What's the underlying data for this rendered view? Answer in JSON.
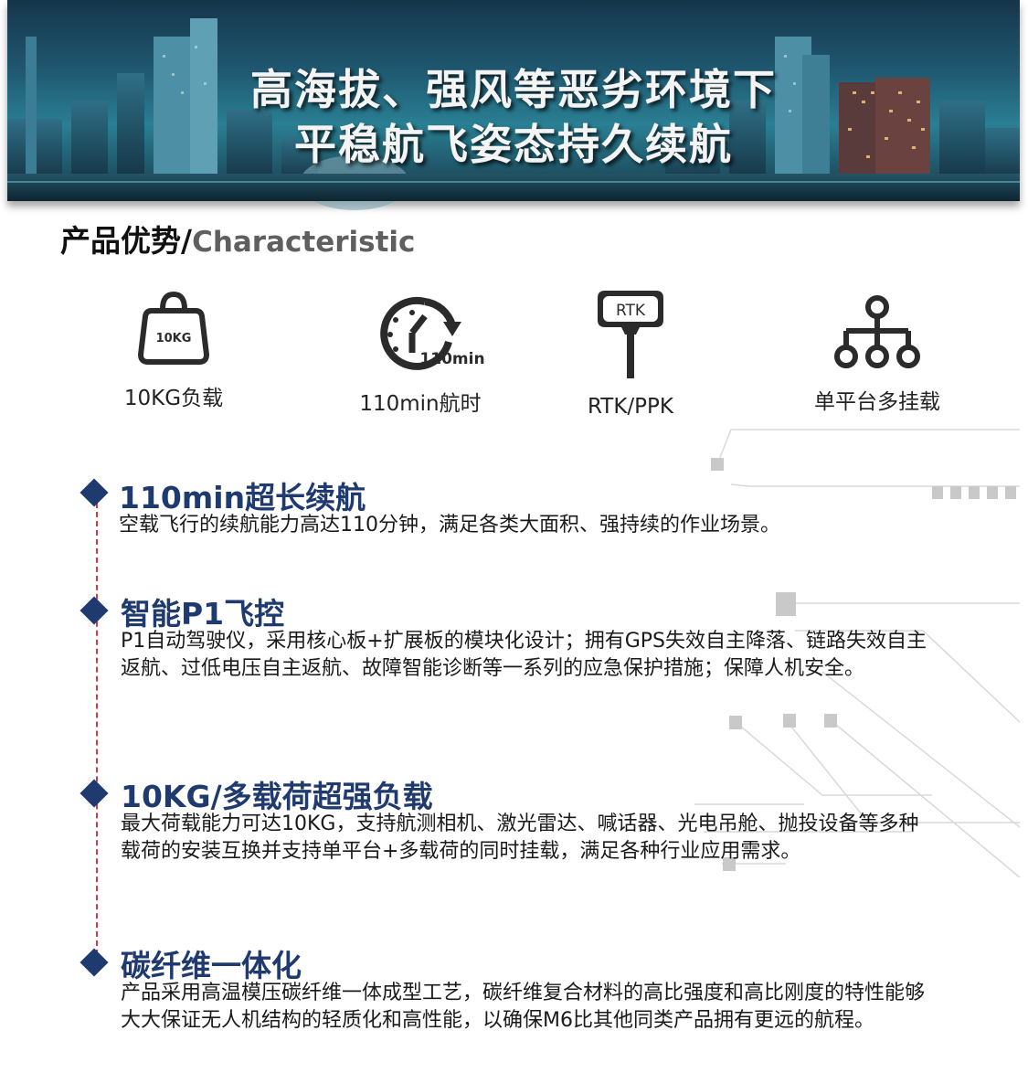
{
  "banner": {
    "line1": "高海拔、强风等恶劣环境下",
    "line2": "平稳航飞姿态持久续航"
  },
  "section": {
    "title_zh": "产品优势/",
    "title_en": "Characteristic"
  },
  "features": [
    {
      "icon": "weight-icon",
      "icon_text": "10KG",
      "label": "10KG负载"
    },
    {
      "icon": "stopwatch-icon",
      "icon_text": "110min",
      "label": "110min航时"
    },
    {
      "icon": "rtk-antenna-icon",
      "icon_text": "RTK",
      "label": "RTK/PPK"
    },
    {
      "icon": "hierarchy-icon",
      "icon_text": "",
      "label": "单平台多挂载"
    }
  ],
  "items": [
    {
      "title": "110min超长续航",
      "desc": "空载飞行的续航能力高达110分钟，满足各类大面积、强持续的作业场景。"
    },
    {
      "title": "智能P1飞控",
      "desc": "P1自动驾驶仪，采用核心板+扩展板的模块化设计；拥有GPS失效自主降落、链路失效自主返航、过低电压自主返航、故障智能诊断等一系列的应急保护措施；保障人机安全。"
    },
    {
      "title": "10KG/多载荷超强负载",
      "desc": "最大荷载能力可达10KG，支持航测相机、激光雷达、喊话器、光电吊舱、抛投设备等多种载荷的安装互换并支持单平台+多载荷的同时挂载，满足各种行业应用需求。"
    },
    {
      "title": "碳纤维一体化",
      "desc": "产品采用高温模压碳纤维一体成型工艺，碳纤维复合材料的高比强度和高比刚度的特性能够大大保证无人机结构的轻质化和高性能，以确保M6比其他同类产品拥有更远的航程。"
    }
  ],
  "colors": {
    "accent": "#1f3a6e",
    "timeline": "#d23a4a"
  }
}
